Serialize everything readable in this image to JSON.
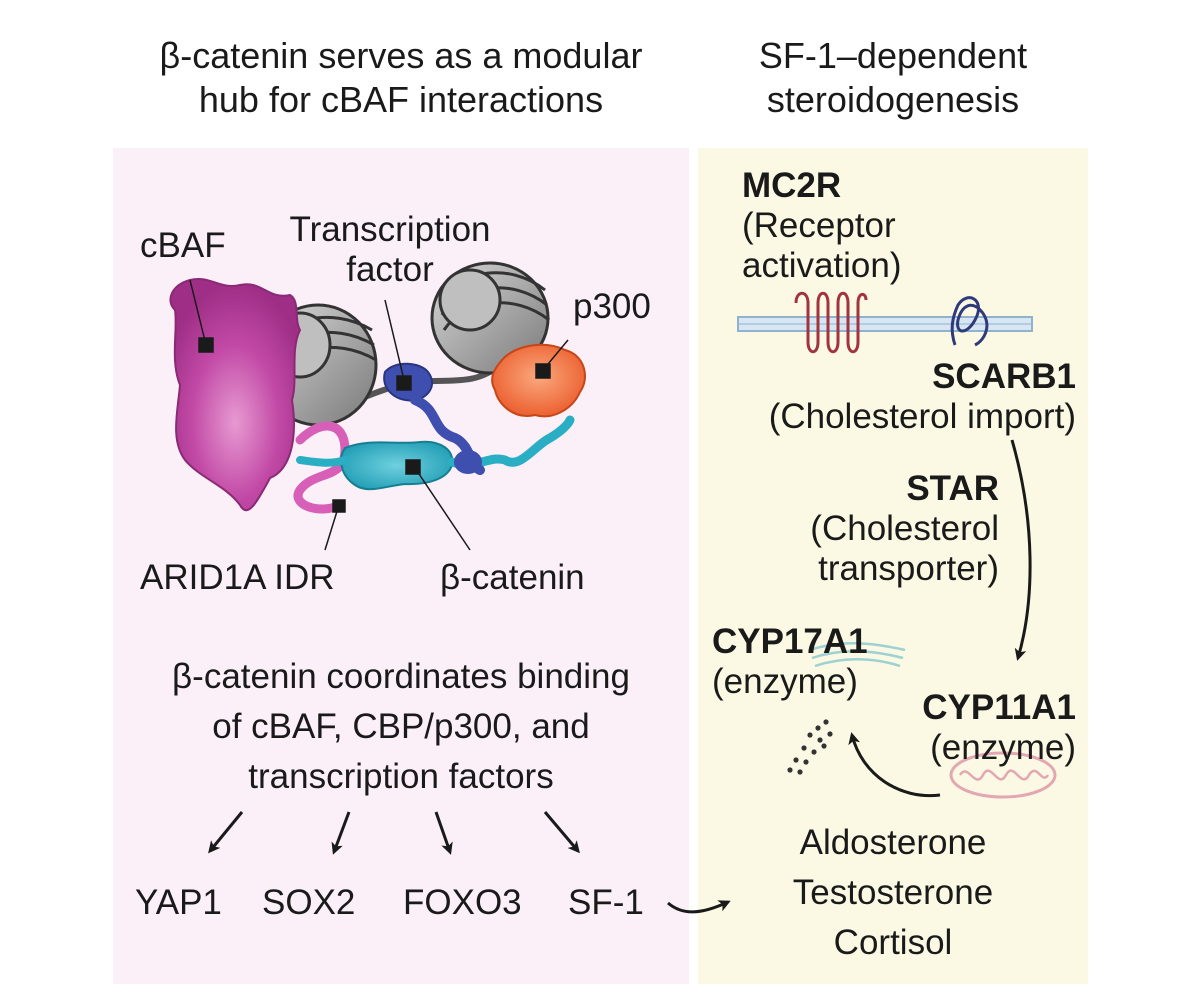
{
  "left": {
    "title_line1": "β-catenin serves as a modular",
    "title_line2": "hub for cBAF interactions",
    "labels": {
      "cbaf": "cBAF",
      "tf_line1": "Transcription",
      "tf_line2": "factor",
      "p300": "p300",
      "arid1a": "ARID1A IDR",
      "bcatenin": "β-catenin"
    },
    "summary_line1": "β-catenin coordinates binding",
    "summary_line2": "of cBAF, CBP/p300, and",
    "summary_line3": "transcription factors",
    "targets": [
      "YAP1",
      "SOX2",
      "FOXO3",
      "SF-1"
    ]
  },
  "right": {
    "title_line1": "SF-1–dependent",
    "title_line2": "steroidogenesis",
    "mc2r": {
      "name": "MC2R",
      "desc_line1": "(Receptor",
      "desc_line2": "activation)"
    },
    "scarb1": {
      "name": "SCARB1",
      "desc": "(Cholesterol import)"
    },
    "star": {
      "name": "STAR",
      "desc_line1": "(Cholesterol",
      "desc_line2": "transporter)"
    },
    "cyp17a1": {
      "name": "CYP17A1",
      "desc": "(enzyme)"
    },
    "cyp11a1": {
      "name": "CYP11A1",
      "desc": "(enzyme)"
    },
    "products": [
      "Aldosterone",
      "Testosterone",
      "Cortisol"
    ]
  },
  "colors": {
    "left_panel_bg": "#fbeff8",
    "right_panel_bg": "#fbf9e3",
    "cbaf": "#c24aa6",
    "transcription_factor": "#3f4fb0",
    "p300": "#f0653a",
    "beta_catenin": "#2aaec3",
    "nucleosome": "#9a9a9a"
  }
}
